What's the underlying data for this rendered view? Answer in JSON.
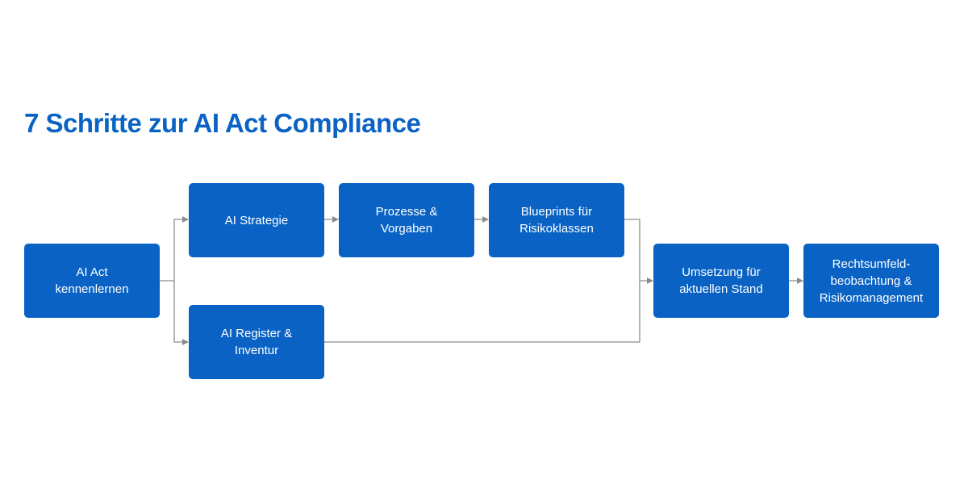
{
  "title": "7 Schritte zur AI Act Compliance",
  "colors": {
    "accent": "#0a63c4",
    "connector": "#8c8c8c",
    "box_text": "#ffffff"
  },
  "steps": [
    {
      "id": "ai-act-kennenlernen",
      "label": "AI Act\nkennenlernen"
    },
    {
      "id": "ai-strategie",
      "label": "AI Strategie"
    },
    {
      "id": "prozesse-vorgaben",
      "label": "Prozesse  &\nVorgaben"
    },
    {
      "id": "blueprints",
      "label": "Blueprints für\nRisikoklassen"
    },
    {
      "id": "ai-register",
      "label": "AI Register &\nInventur"
    },
    {
      "id": "umsetzung",
      "label": "Umsetzung für\naktuellen Stand"
    },
    {
      "id": "rechtsumfeld",
      "label": "Rechtsumfeld-\nbeobachtung &\nRisikomanagement"
    }
  ],
  "connections": [
    {
      "from": "ai-act-kennenlernen",
      "to": "ai-strategie"
    },
    {
      "from": "ai-act-kennenlernen",
      "to": "ai-register"
    },
    {
      "from": "ai-strategie",
      "to": "prozesse-vorgaben"
    },
    {
      "from": "prozesse-vorgaben",
      "to": "blueprints"
    },
    {
      "from": "blueprints",
      "to": "umsetzung"
    },
    {
      "from": "ai-register",
      "to": "umsetzung"
    },
    {
      "from": "umsetzung",
      "to": "rechtsumfeld"
    }
  ]
}
